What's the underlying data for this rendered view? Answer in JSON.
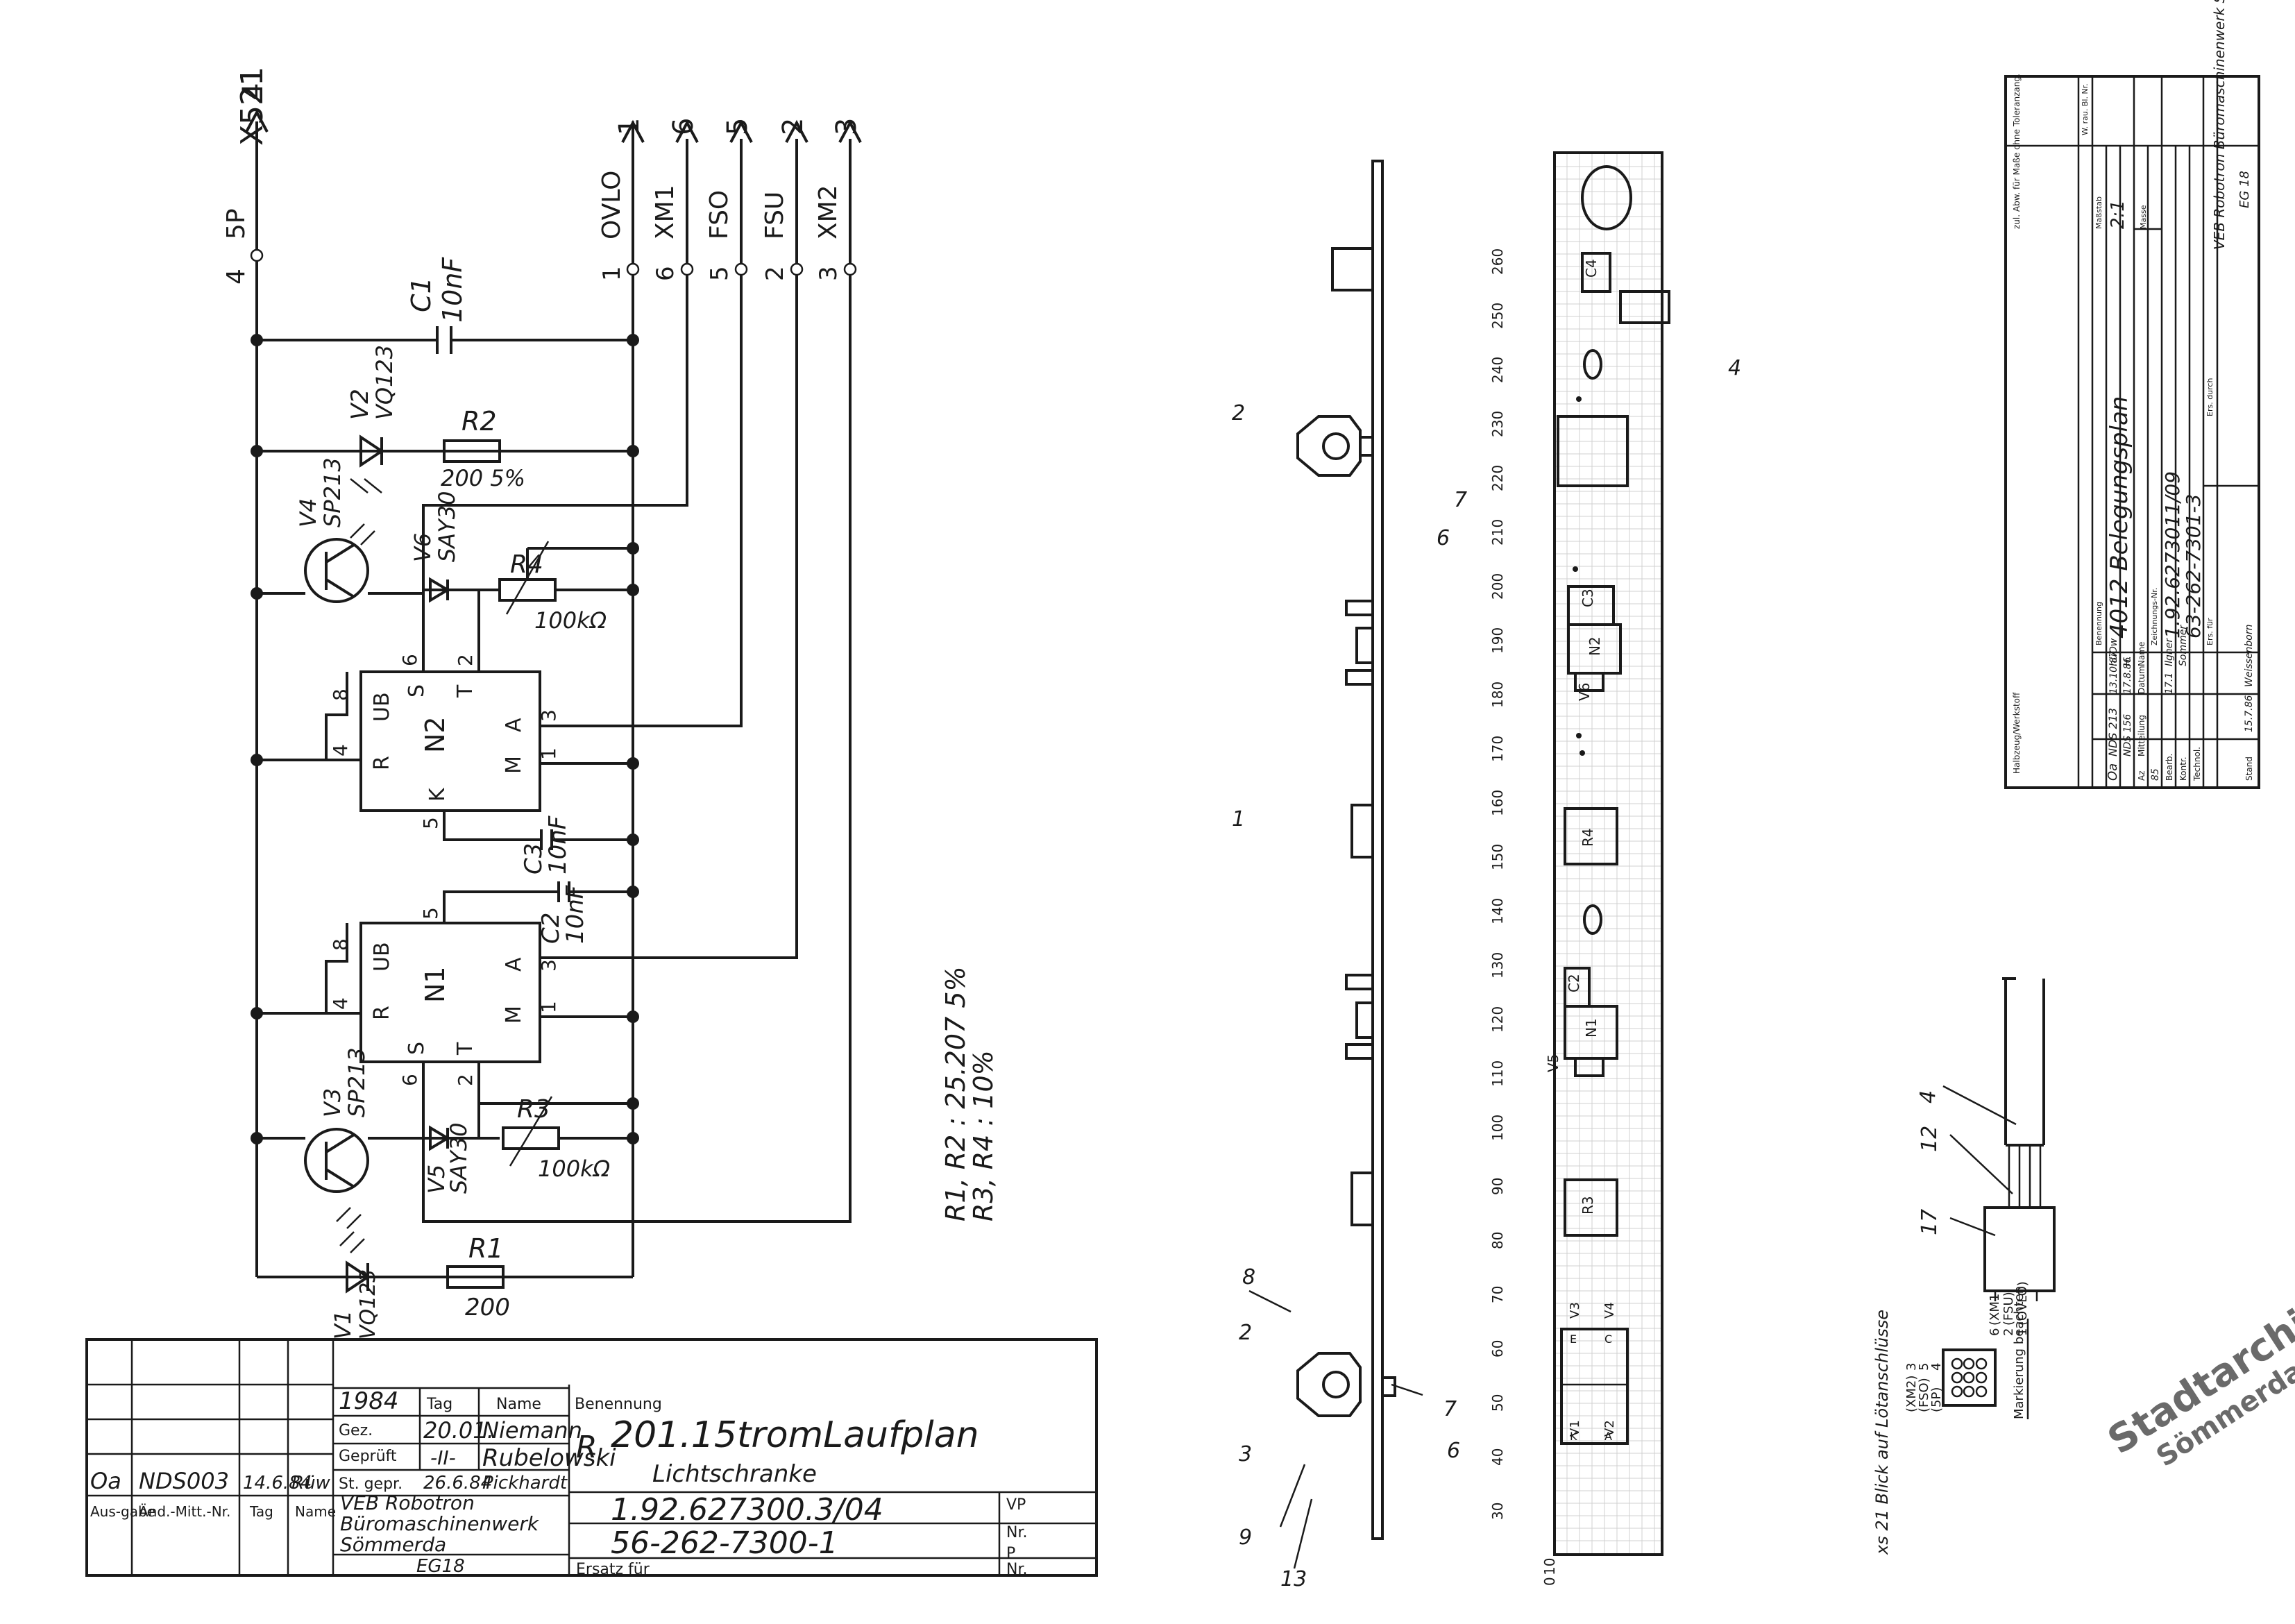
{
  "schematic": {
    "connector": "X521",
    "outputs": [
      {
        "pin": "4",
        "net": "5P"
      },
      {
        "pin": "1",
        "net": "OVLO"
      },
      {
        "pin": "6",
        "net": "XM1"
      },
      {
        "pin": "5",
        "net": "FSO"
      },
      {
        "pin": "2",
        "net": "FSU"
      },
      {
        "pin": "3",
        "net": "XM2"
      }
    ],
    "components": {
      "C1": {
        "ref": "C1",
        "value": "10nF"
      },
      "C2": {
        "ref": "C2",
        "value": "10nF"
      },
      "C3": {
        "ref": "C3",
        "value": "10nF"
      },
      "R1": {
        "ref": "R1",
        "value": "200"
      },
      "R2": {
        "ref": "R2",
        "value": "200 5%"
      },
      "R3": {
        "ref": "R3",
        "value": "100kΩ"
      },
      "R4": {
        "ref": "R4",
        "value": "100kΩ"
      },
      "V1": {
        "ref": "V1",
        "type": "VQ123"
      },
      "V2": {
        "ref": "V2",
        "type": "VQ123"
      },
      "V3": {
        "ref": "V3",
        "type": "SP213"
      },
      "V4": {
        "ref": "V4",
        "type": "SP213"
      },
      "V5": {
        "ref": "V5",
        "type": "SAY30"
      },
      "V6": {
        "ref": "V6",
        "type": "SAY30"
      },
      "N1": {
        "ref": "N1"
      },
      "N2": {
        "ref": "N2"
      }
    },
    "ic_pins": {
      "ub": "UB",
      "r": "R",
      "k": "K",
      "m": "M",
      "a": "A",
      "t": "T",
      "s": "S"
    },
    "pin_numbers": [
      "8",
      "4",
      "5",
      "6",
      "2",
      "3",
      "1"
    ],
    "note_line1": "R1, R2 : 25.207 5%",
    "note_line2": "R3, R4 : 10%"
  },
  "title_block": {
    "year": "1984",
    "col_tag": "Tag",
    "col_name": "Name",
    "row_gez": "Gez.",
    "row_gez_date": "20.01.",
    "row_gez_name": "Niemann",
    "row_gepr": "Geprüft",
    "row_gepr_date": "-II-",
    "row_gepr_name": "Rubelowski",
    "row_st": "St. gepr.",
    "row_st_date": "26.6.84",
    "row_st_name": "Pickhardt",
    "benennung_label": "Benennung",
    "title": "201.15tromLaufplan",
    "subtitle": "Lichtschranke",
    "rev_ausgabe": "Aus-gabe",
    "rev_aend": "Änd.-Mitt.-Nr.",
    "rev_tag": "Tag",
    "rev_name": "Name",
    "rev_entry_a": "Oa",
    "rev_entry_nr": "NDS003",
    "rev_entry_date": "14.6.84",
    "rev_entry_name": "Rüw",
    "company_1": "VEB Robotron",
    "company_2": "Büromaschinenwerk",
    "company_3": "Sömmerda",
    "egnr": "EG18",
    "drawing_no": "1.92.627300.3/04",
    "drawing_no2": "56-262-7300-1",
    "ersatz": "Ersatz für",
    "vp": "VP",
    "nr": "Nr.",
    "p": "P",
    "nr2": "Nr.",
    "r_mark": "R"
  },
  "layout_view": {
    "scale_marks": [
      "0",
      "10",
      "30",
      "40",
      "50",
      "60",
      "70",
      "80",
      "90",
      "100",
      "110",
      "120",
      "130",
      "140",
      "150",
      "160",
      "170",
      "180",
      "190",
      "200",
      "210",
      "220",
      "230",
      "240",
      "250",
      "260"
    ],
    "part_refs": [
      "C4",
      "C3",
      "N2",
      "V6",
      "R4",
      "C2",
      "N1",
      "V5",
      "R3",
      "V3",
      "V4",
      "V1",
      "V2",
      "E",
      "C",
      "K",
      "A"
    ],
    "balloons": [
      "1",
      "2",
      "2",
      "3",
      "4",
      "6",
      "7",
      "6",
      "7",
      "8",
      "9",
      "13"
    ]
  },
  "plug_detail": {
    "balloons": [
      "4",
      "12",
      "17"
    ],
    "pins": [
      {
        "pin": "6",
        "net": "(XM1)"
      },
      {
        "pin": "2",
        "net": "(FSU)"
      },
      {
        "pin": "1",
        "net": "(OVLO)"
      },
      {
        "pin": "5",
        "net": "(FSO)"
      },
      {
        "pin": "4",
        "net": "(5P)"
      },
      {
        "pin": "3",
        "net": "(XM2)"
      }
    ],
    "caption": "xs 21 Blick auf Lötanschlüsse",
    "marking": "Markierung beachten"
  },
  "title_block_right": {
    "zul_abw": "zul. Abw. für Maße ohne Toleranzang.",
    "w_rauh": "W. rau. Bl. Nr.",
    "halbzeug": "Halbzeug/Werkstoff",
    "massstab_label": "Maßstab",
    "massstab": "2:1",
    "masse": "Masse",
    "benennung_label": "Benennung",
    "title": "4012 Belegungsplan",
    "zeichnungs_nr_label": "Zeichnungs-Nr.",
    "drawing_no": "1.92.6273011/09",
    "drawing_no2": "63-262-7301-3",
    "company": "VEB Robotron Büromaschinenwerk Sömmerda",
    "egnr": "EG 18",
    "rev_a": "Oa",
    "rev_nr": "NDS 213",
    "rev_nr2": "NDS 156",
    "rev_date": "13.10.87",
    "rev_date2": "17.8.86",
    "rev_name": "hüOw",
    "rev_name2": "H.",
    "col_az": "Az",
    "col_mitteilung": "Mitteilung",
    "col_datum": "Datum",
    "col_name": "Name",
    "year": "85",
    "row_bearb": "Bearb.",
    "row_bearb_d": "17.1",
    "row_bearb_n": "Ilgner",
    "row_kontr": "Kontr.",
    "row_kontr_n": "Sommer",
    "row_technol": "Technol.",
    "row_stand": "Stand",
    "row_stand_d": "15.7.86",
    "row_stand_n": "Weissenborn",
    "ers_fuer": "Ers. für",
    "ers_durch": "Ers. durch"
  },
  "stamp": {
    "line1": "Stadtarchiv",
    "line2": "Sömmerda"
  }
}
